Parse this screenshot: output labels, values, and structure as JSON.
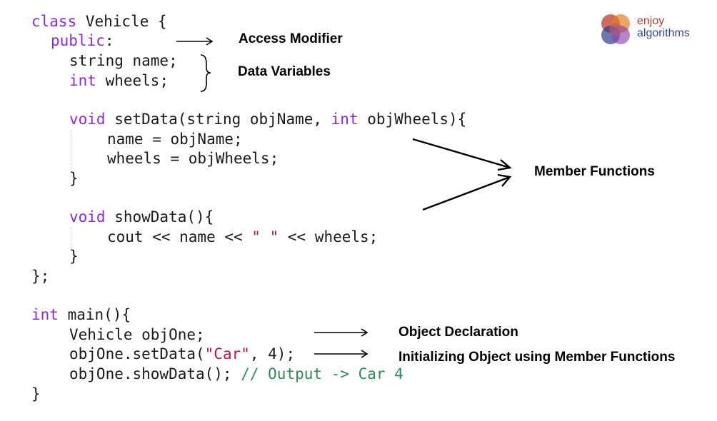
{
  "code": {
    "l1": {
      "kw": "class",
      "rest": " Vehicle {"
    },
    "l2": {
      "kw": "public",
      "rest": ":"
    },
    "l3": "string name;",
    "l4": {
      "kw": "int",
      "rest": " wheels;"
    },
    "l5": {
      "kw1": "void",
      "mid": " setData(string objName, ",
      "kw2": "int",
      "rest": " objWheels){"
    },
    "l6": "name = objName;",
    "l7": "wheels = objWheels;",
    "l8": "}",
    "l9": {
      "kw": "void",
      "rest": " showData(){"
    },
    "l10": {
      "pre": "cout << name << ",
      "str": "\" \"",
      "rest": " << wheels;"
    },
    "l11": "}",
    "l12": "};",
    "l13": {
      "kw": "int",
      "rest": " main(){"
    },
    "l14": "Vehicle objOne;",
    "l15": {
      "pre": "objOne.setData(",
      "str": "\"Car\"",
      "rest": ", 4);"
    },
    "l16": {
      "pre": "objOne.showData(); ",
      "comment": "// Output -> Car 4"
    },
    "l17": "}"
  },
  "annotations": {
    "access_modifier": "Access Modifier",
    "data_variables": "Data Variables",
    "member_functions": "Member Functions",
    "object_declaration": "Object Declaration",
    "initializing_object": "Initializing Object using Member Functions"
  },
  "logo": {
    "line1": "enjoy",
    "line2": "algorithms",
    "colors": [
      "#c0392b",
      "#e67e22",
      "#2c3e8f",
      "#8e44ad"
    ]
  },
  "colors": {
    "keyword": "#8a2be2",
    "string": "#b5174a",
    "comment": "#2e8b57",
    "text": "#1a1a1a"
  }
}
